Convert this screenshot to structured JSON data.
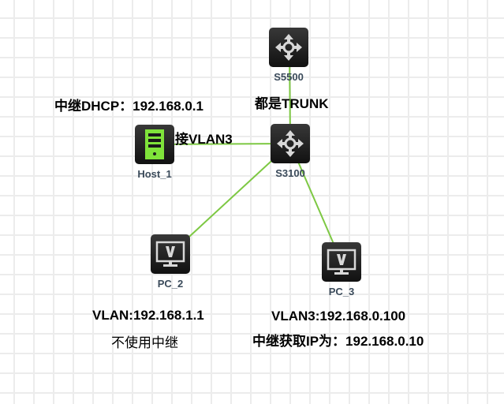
{
  "diagram": {
    "link_color": "#7dc843",
    "host_color": "#7fe33a",
    "nodes": [
      {
        "id": "S5500",
        "label": "S5500",
        "type": "switch"
      },
      {
        "id": "S3100",
        "label": "S3100",
        "type": "switch"
      },
      {
        "id": "Host_1",
        "label": "Host_1",
        "type": "server"
      },
      {
        "id": "PC_2",
        "label": "PC_2",
        "type": "pc"
      },
      {
        "id": "PC_3",
        "label": "PC_3",
        "type": "pc"
      }
    ],
    "links": [
      {
        "from": "S5500",
        "to": "S3100"
      },
      {
        "from": "Host_1",
        "to": "S3100"
      },
      {
        "from": "PC_2",
        "to": "S3100"
      },
      {
        "from": "PC_3",
        "to": "S3100"
      }
    ],
    "annotations": {
      "dhcp_relay": "中继DHCP：192.168.0.1",
      "trunk": "都是TRUNK",
      "host_vlan": "接VLAN3",
      "pc2_vlan": "VLAN:192.168.1.1",
      "pc2_note": "不使用中继",
      "pc3_vlan": "VLAN3:192.168.0.100",
      "pc3_note": "中继获取IP为：192.168.0.10"
    }
  }
}
